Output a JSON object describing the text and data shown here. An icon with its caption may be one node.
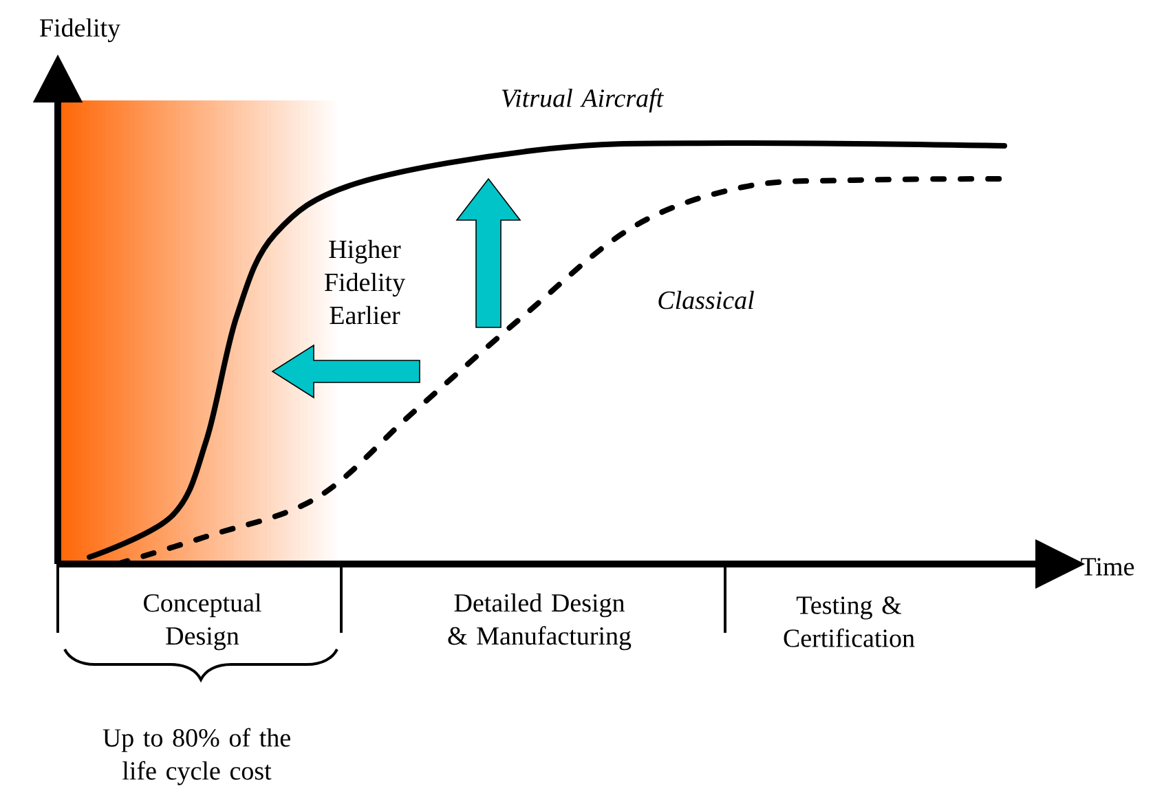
{
  "diagram": {
    "labels": [
      "Fidelity",
      "Time",
      "Vitrual Aircraft",
      "Classical",
      "Higher Fidelity Earlier",
      "Conceptual Design",
      "Detailed Design & Manufacturing",
      "Testing & Certification",
      "Up to 80% of the life cycle cost"
    ]
  }
}
